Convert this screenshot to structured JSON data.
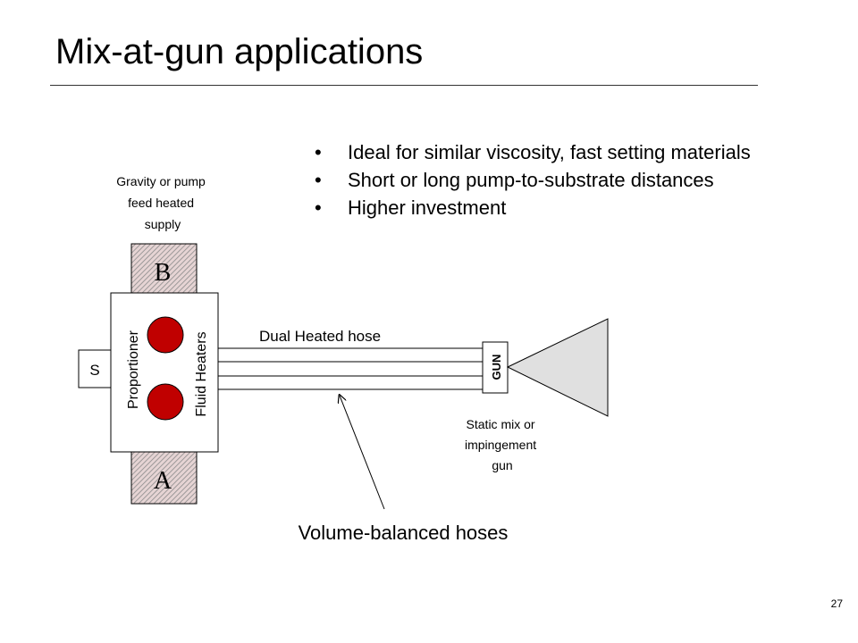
{
  "title": "Mix-at-gun applications",
  "bullets": [
    "Ideal for similar viscosity, fast setting materials",
    "Short or long pump-to-substrate distances",
    "Higher investment"
  ],
  "diagram": {
    "supply_label": [
      "Gravity or pump",
      "feed heated",
      "supply"
    ],
    "tank_b": "B",
    "tank_a": "A",
    "s_box": "S",
    "proportioner": "Proportioner",
    "fluid_heaters": "Fluid Heaters",
    "hose_label": "Dual Heated hose",
    "gun": "GUN",
    "gun_label": [
      "Static mix or",
      "impingement",
      "gun"
    ],
    "callout": "Volume-balanced hoses"
  },
  "colors": {
    "heater": "#c00000",
    "tank_fill": "#e6d4d4",
    "tank_hatch": "#8a8a8a",
    "spray": "#e0e0e0"
  },
  "page_number": "27"
}
